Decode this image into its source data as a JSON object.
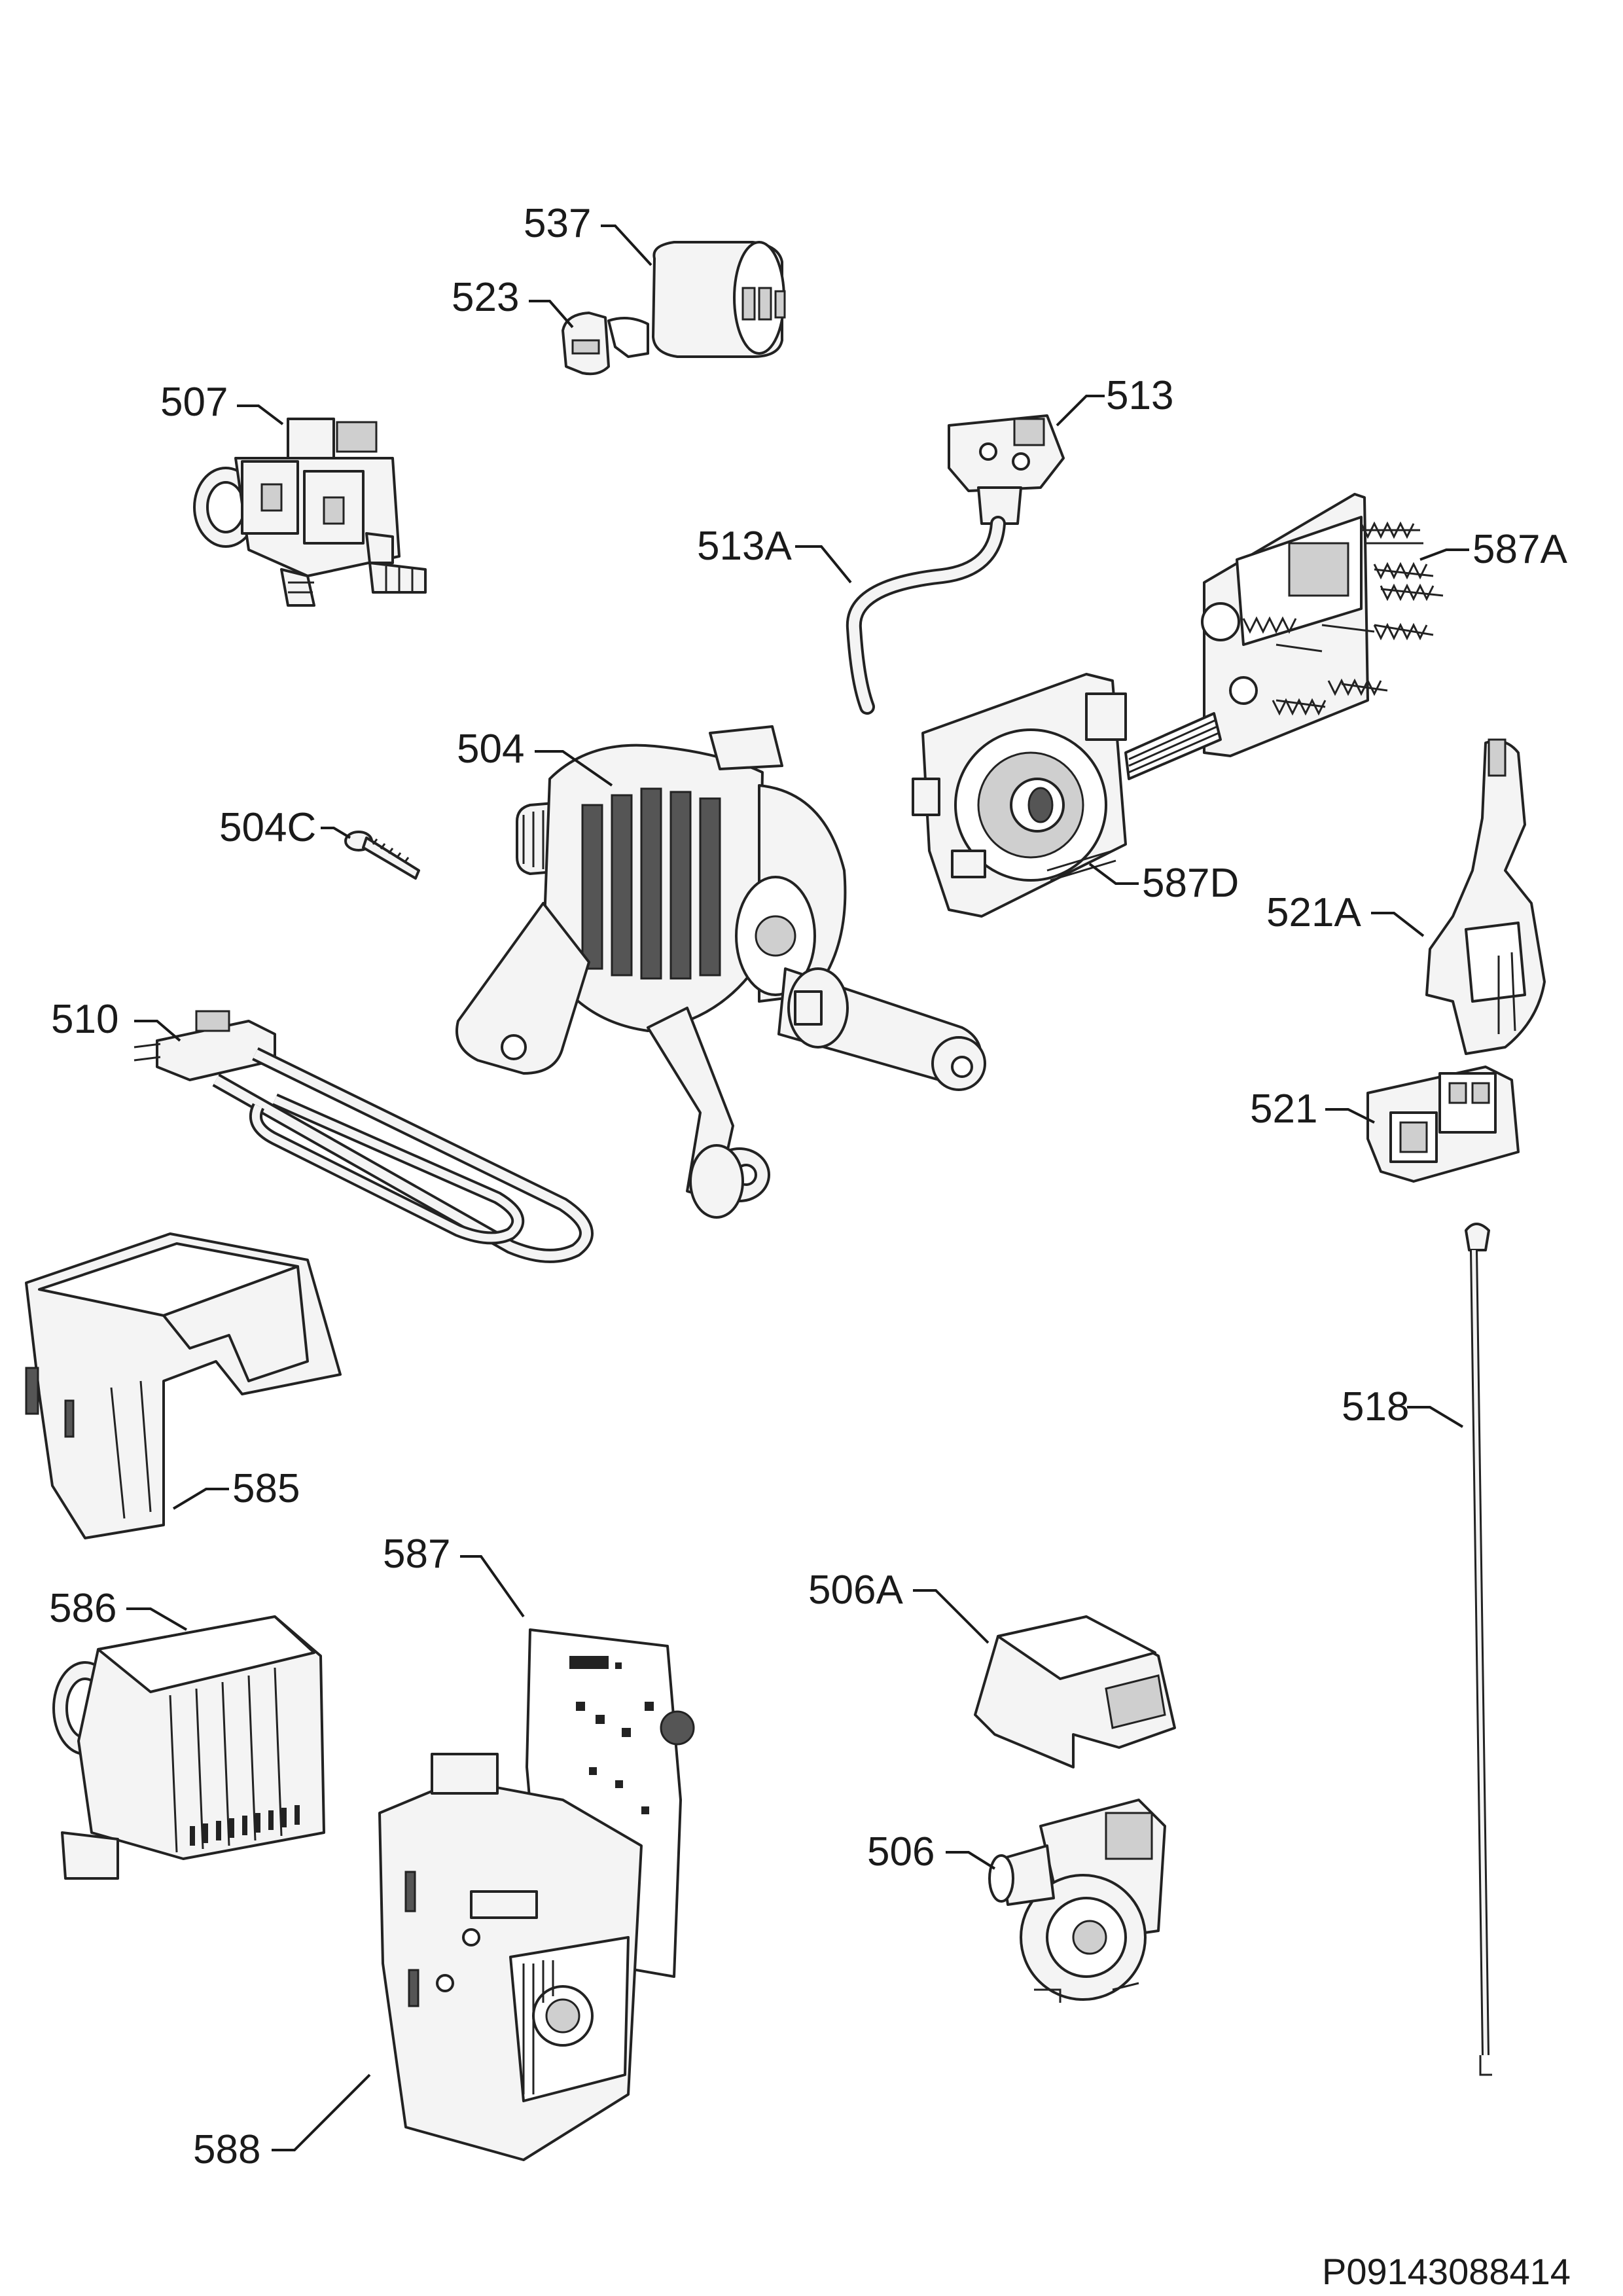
{
  "drawing_ref": "P09143088414",
  "parts": [
    {
      "id": "p537",
      "label": "537"
    },
    {
      "id": "p523",
      "label": "523"
    },
    {
      "id": "p507",
      "label": "507"
    },
    {
      "id": "p513",
      "label": "513"
    },
    {
      "id": "p513a",
      "label": "513A"
    },
    {
      "id": "p587a",
      "label": "587A"
    },
    {
      "id": "p504",
      "label": "504"
    },
    {
      "id": "p504c",
      "label": "504C"
    },
    {
      "id": "p587d",
      "label": "587D"
    },
    {
      "id": "p521a",
      "label": "521A"
    },
    {
      "id": "p510",
      "label": "510"
    },
    {
      "id": "p521",
      "label": "521"
    },
    {
      "id": "p518",
      "label": "518"
    },
    {
      "id": "p585",
      "label": "585"
    },
    {
      "id": "p587",
      "label": "587"
    },
    {
      "id": "p506a",
      "label": "506A"
    },
    {
      "id": "p586",
      "label": "586"
    },
    {
      "id": "p506",
      "label": "506"
    },
    {
      "id": "p588",
      "label": "588"
    }
  ]
}
